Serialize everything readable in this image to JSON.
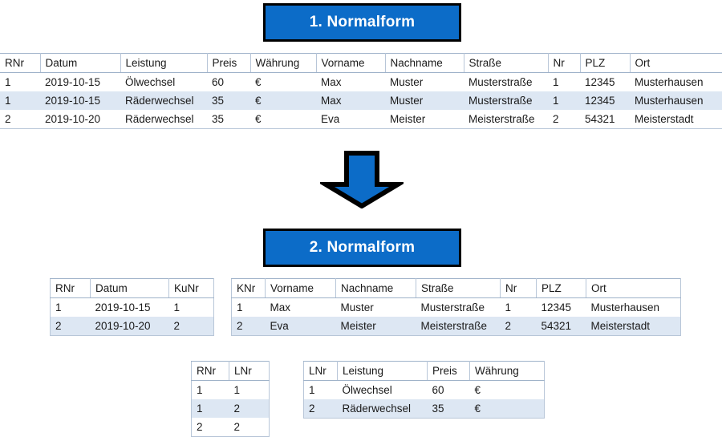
{
  "banners": {
    "first": "1. Normalform",
    "second": "2. Normalform",
    "box_color": "#0c6cc8",
    "border_color": "#000000",
    "text_color": "#ffffff"
  },
  "arrow": {
    "name": "down-arrow",
    "fill": "#0c6cc8",
    "stroke": "#000000",
    "direction": "down"
  },
  "style": {
    "header_rule_color": "#9fb2c9",
    "grid_color": "#b8c6d8",
    "alt_row_color": "#dde7f3"
  },
  "tables": {
    "first_normal_form": {
      "title": "1. Normalform",
      "columns": [
        "RNr",
        "Datum",
        "Leistung",
        "Preis",
        "Währung",
        "Vorname",
        "Nachname",
        "Straße",
        "Nr",
        "PLZ",
        "Ort"
      ],
      "rows": [
        [
          "1",
          "2019-10-15",
          "Ölwechsel",
          "60",
          "€",
          "Max",
          "Muster",
          "Musterstraße",
          "1",
          "12345",
          "Musterhausen"
        ],
        [
          "1",
          "2019-10-15",
          "Räderwechsel",
          "35",
          "€",
          "Max",
          "Muster",
          "Musterstraße",
          "1",
          "12345",
          "Musterhausen"
        ],
        [
          "2",
          "2019-10-20",
          "Räderwechsel",
          "35",
          "€",
          "Eva",
          "Meister",
          "Meisterstraße",
          "2",
          "54321",
          "Meisterstadt"
        ]
      ]
    },
    "rechnung": {
      "columns": [
        "RNr",
        "Datum",
        "KuNr"
      ],
      "rows": [
        [
          "1",
          "2019-10-15",
          "1"
        ],
        [
          "2",
          "2019-10-20",
          "2"
        ]
      ]
    },
    "kunde": {
      "columns": [
        "KNr",
        "Vorname",
        "Nachname",
        "Straße",
        "Nr",
        "PLZ",
        "Ort"
      ],
      "rows": [
        [
          "1",
          "Max",
          "Muster",
          "Musterstraße",
          "1",
          "12345",
          "Musterhausen"
        ],
        [
          "2",
          "Eva",
          "Meister",
          "Meisterstraße",
          "2",
          "54321",
          "Meisterstadt"
        ]
      ]
    },
    "rechnung_leistung": {
      "columns": [
        "RNr",
        "LNr"
      ],
      "rows": [
        [
          "1",
          "1"
        ],
        [
          "1",
          "2"
        ],
        [
          "2",
          "2"
        ]
      ]
    },
    "leistung": {
      "columns": [
        "LNr",
        "Leistung",
        "Preis",
        "Währung"
      ],
      "rows": [
        [
          "1",
          "Ölwechsel",
          "60",
          "€"
        ],
        [
          "2",
          "Räderwechsel",
          "35",
          "€"
        ]
      ]
    }
  }
}
